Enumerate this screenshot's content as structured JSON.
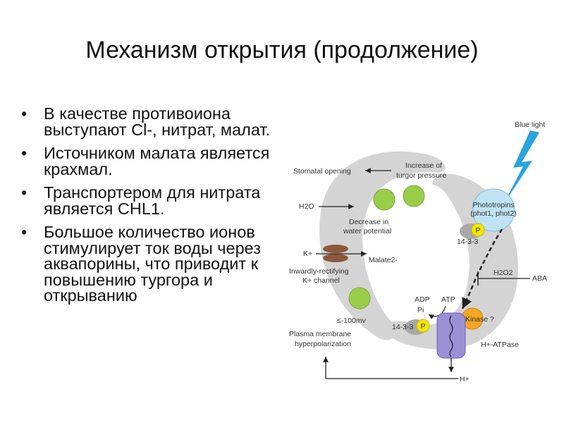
{
  "slide": {
    "title": "Механизм открытия (продолжение)",
    "bullets": [
      "В качестве противоиона выступают Cl-, нитрат, малат.",
      "Источником малата является крахмал.",
      "Транспортером для нитрата является CHL1.",
      "Большое количество ионов стимулирует ток воды через аквапорины, что приводит к повышению тургора и открыванию"
    ]
  },
  "diagram": {
    "labels": {
      "blue_light": "Blue light",
      "increase_turgor_1": "Increase of",
      "increase_turgor_2": "turgor pressure",
      "stomatal_opening": "Stomatal opening",
      "h2o": "H2O",
      "decrease_wp_1": "Decrease in",
      "decrease_wp_2": "water potential",
      "phototropins_1": "Phototropins",
      "phototropins_2": "(phot1, phot2)",
      "p_upper": "P",
      "p1433_upper": "14-3-3",
      "k_plus": "K+",
      "malate": "Malate2-",
      "inward_1": "Inwardly-rectifying",
      "inward_2": "K+ channel",
      "h2o2": "H2O2",
      "aba": "ABA",
      "adp": "ADP",
      "pi": "Pi",
      "atp": "ATP",
      "mv": "≤-100mv",
      "p1433_lower": "14-3-3",
      "p_lower": "P",
      "kinase": "Kinase ?",
      "pm_hyper_1": "Plasma membrane",
      "pm_hyper_2": "hyperpolarization",
      "atpase": "H+-ATPase",
      "h_plus": "H+"
    },
    "colors": {
      "guard_cell": "#d4d4d4",
      "pore": "#ffffff",
      "chloroplast": "#9acd4a",
      "phototropin": "#bfe3f5",
      "blue_light": "#29a3e0",
      "phospho": "#f5e600",
      "kinase": "#f5a623",
      "atpase": "#9b8fd6",
      "k_channel": "#8b5a3c"
    }
  }
}
